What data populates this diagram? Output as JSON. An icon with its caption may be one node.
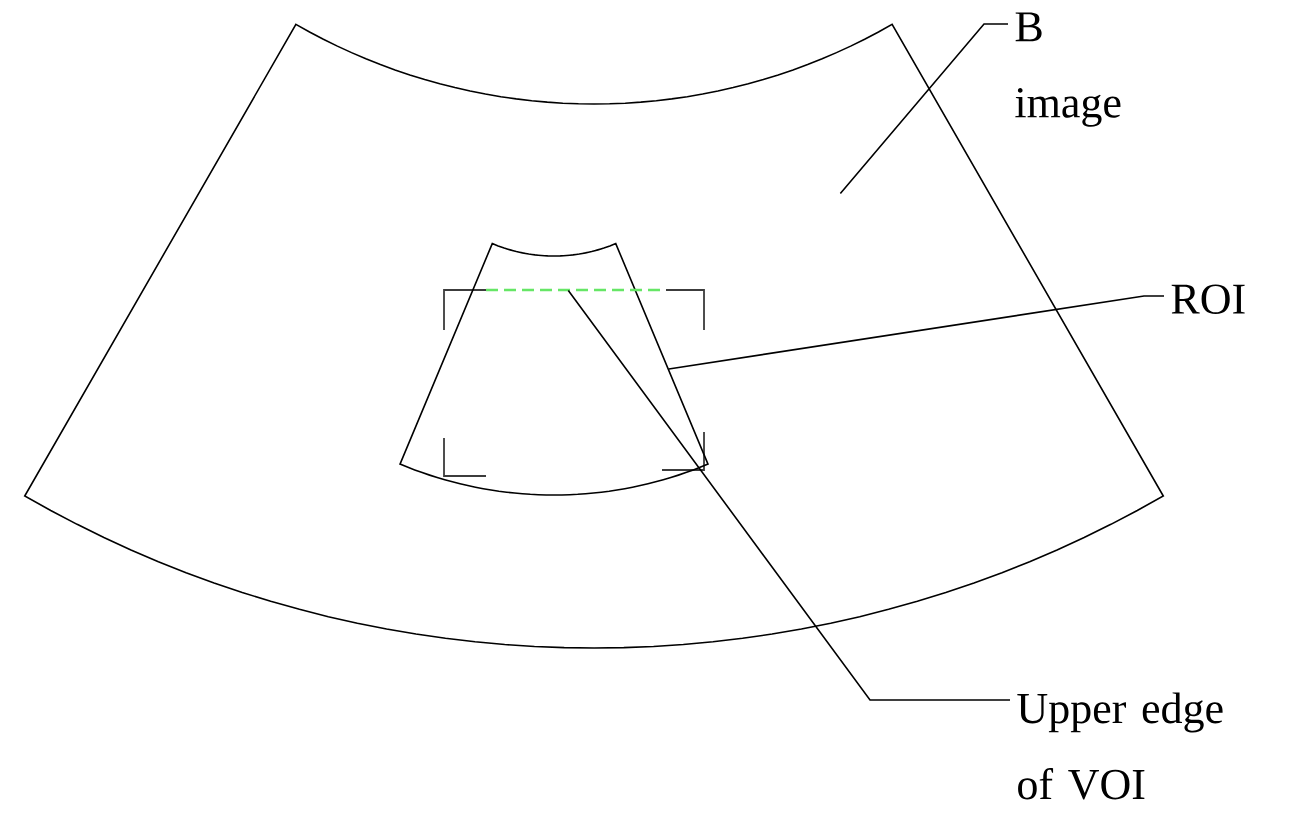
{
  "diagram": {
    "nodes": [
      {
        "text": [],
        "shape": "sector"
      },
      {
        "text": [],
        "shape": "sector",
        "in": 0
      },
      {
        "text": [],
        "shape": "line",
        "in": 1
      },
      {
        "text": [
          "B image"
        ]
      },
      {
        "text": [
          "ROI"
        ]
      },
      {
        "text": [
          "Upper edge of VOI"
        ]
      }
    ],
    "edges": [
      {
        "from": 3,
        "to": 0,
        "arrow": "none"
      },
      {
        "from": 4,
        "to": 1,
        "arrow": "none"
      },
      {
        "from": 5,
        "to": 2,
        "arrow": "none"
      }
    ]
  }
}
